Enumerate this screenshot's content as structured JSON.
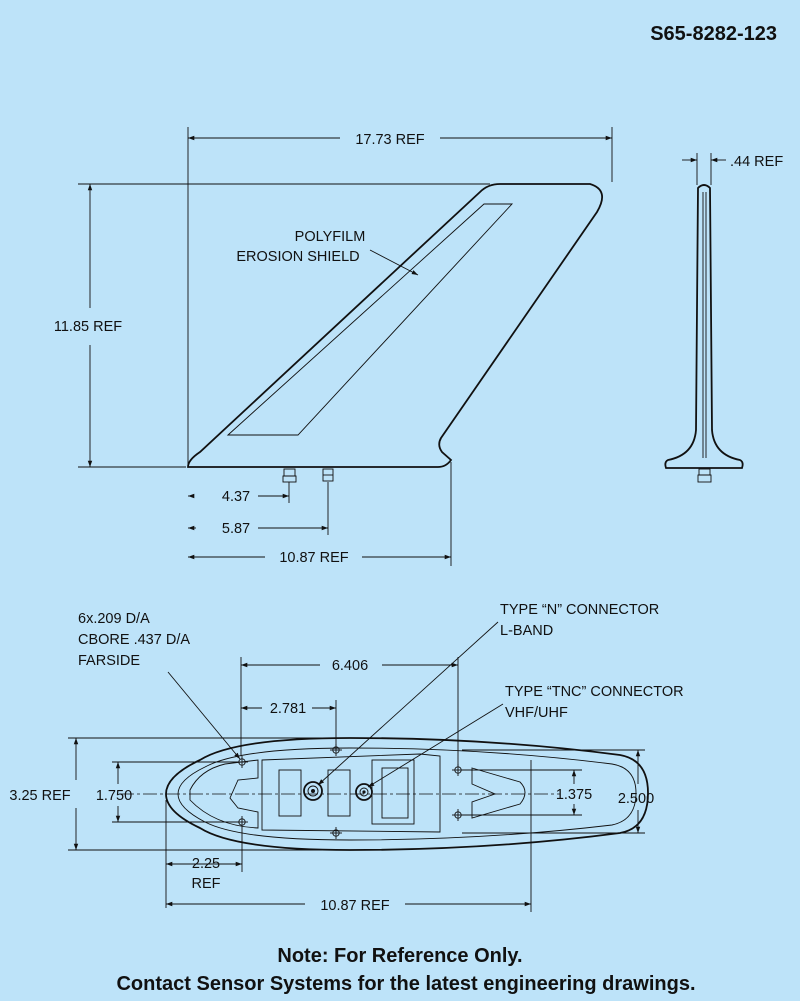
{
  "drawing_number": "S65-8282-123",
  "side_view": {
    "width_ref": "17.73 REF",
    "height_ref": "11.85 REF",
    "shield_label_line1": "POLYFILM",
    "shield_label_line2": "EROSION SHIELD",
    "dim_a": "4.37",
    "dim_b": "5.87",
    "base_ref": "10.87 REF"
  },
  "edge_view": {
    "thickness": ".44 REF"
  },
  "bottom_view": {
    "hole_callout_line1": "6x.209 D/A",
    "hole_callout_line2": "CBORE .437 D/A",
    "hole_callout_line3": "FARSIDE",
    "n_connector_line1": "TYPE “N” CONNECTOR",
    "n_connector_line2": "L-BAND",
    "tnc_connector_line1": "TYPE “TNC” CONNECTOR",
    "tnc_connector_line2": "VHF/UHF",
    "dim_6406": "6.406",
    "dim_2781": "2.781",
    "dim_325": "3.25 REF",
    "dim_1750": "1.750",
    "dim_1375": "1.375",
    "dim_2500": "2.500",
    "dim_225_line1": "2.25",
    "dim_225_line2": "REF",
    "base_ref": "10.87 REF"
  },
  "note_line1": "Note: For Reference Only.",
  "note_line2": "Contact Sensor Systems for the latest engineering drawings."
}
